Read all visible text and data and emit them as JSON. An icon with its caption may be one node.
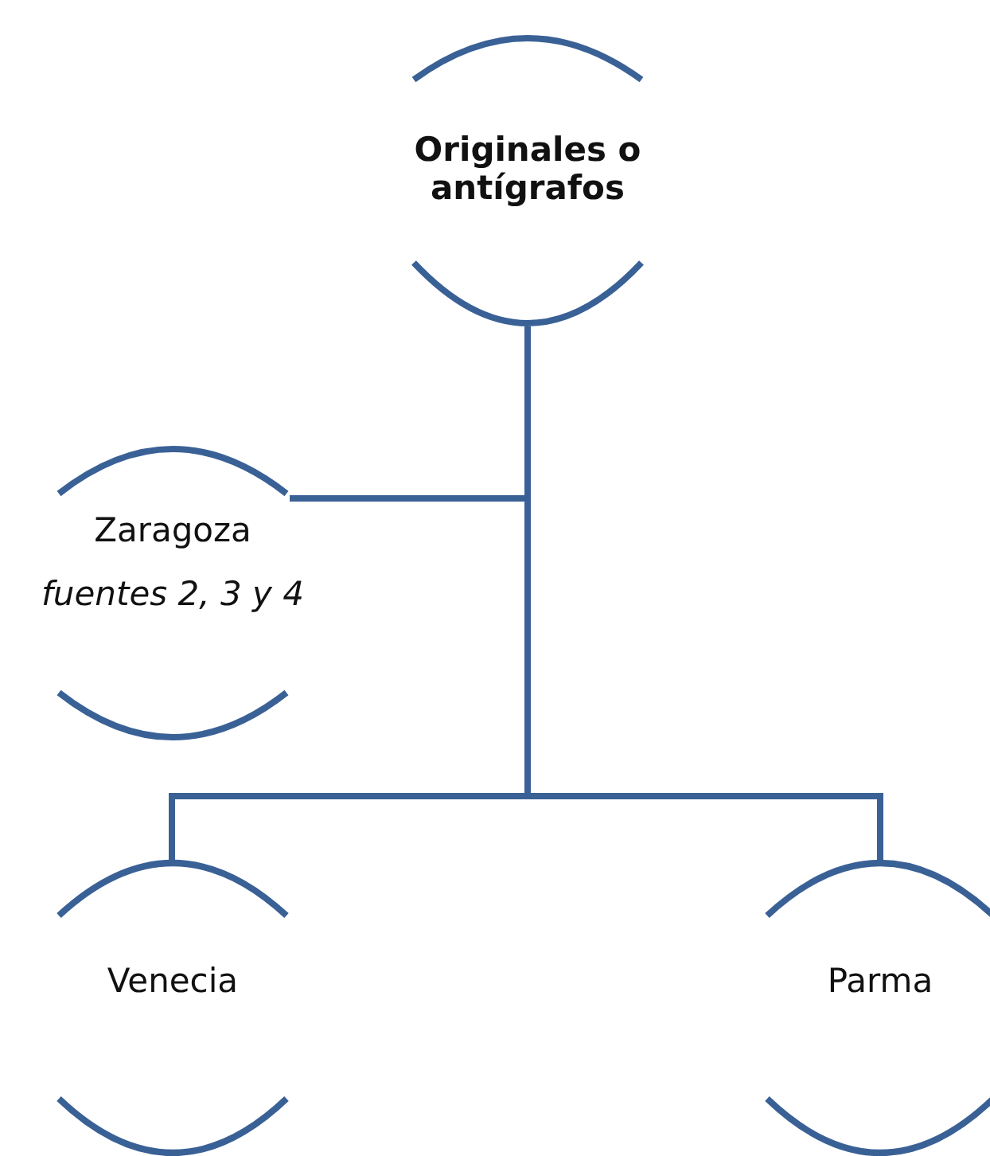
{
  "diagram": {
    "nodes": [
      {
        "text": [
          "Originales o antígrafos"
        ]
      },
      {
        "text": [
          "Zaragoza",
          "fuentes 2, 3 y 4"
        ]
      },
      {
        "text": [
          "Venecia"
        ]
      },
      {
        "text": [
          "Parma"
        ]
      }
    ],
    "edges": [
      {
        "from": 0,
        "to": 1,
        "arrow": "none"
      },
      {
        "from": 0,
        "to": 2,
        "arrow": "none"
      },
      {
        "from": 0,
        "to": 3,
        "arrow": "none"
      }
    ]
  }
}
